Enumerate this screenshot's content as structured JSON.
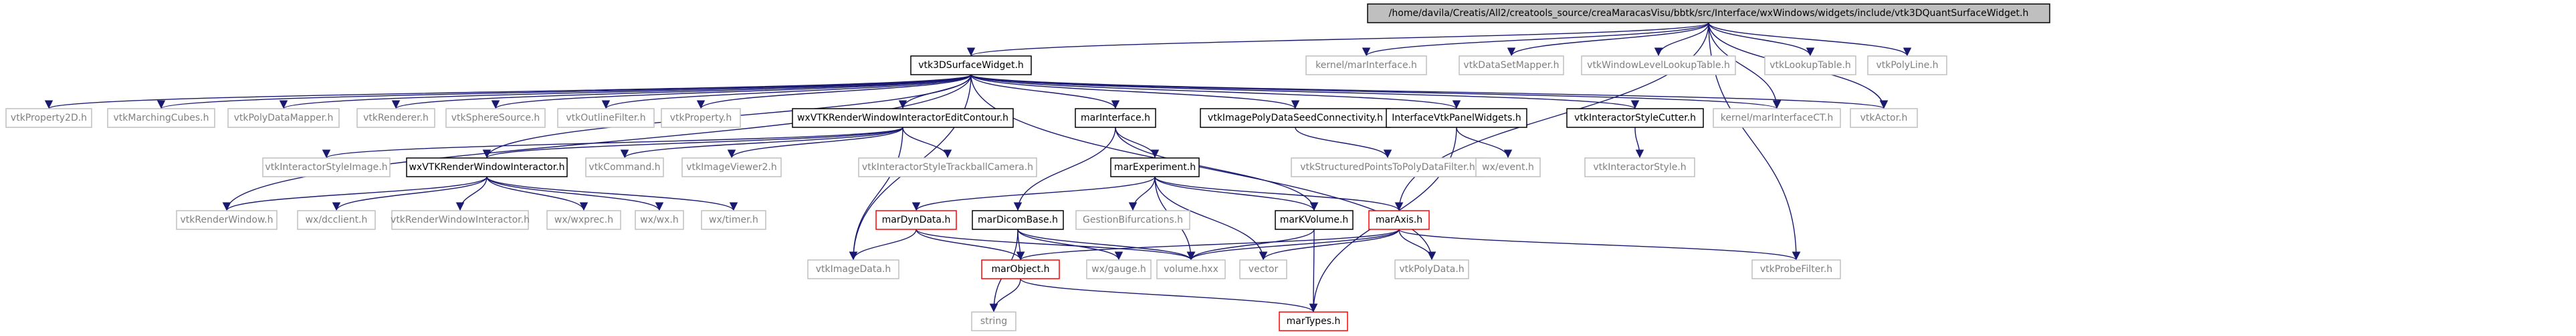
{
  "colors": {
    "edge": "#191970",
    "root_fill": "#bfbfbf",
    "ext_border": "#bfbfbf",
    "ext_text": "#7f7f7f",
    "doc_border": "#000000",
    "trunc_border": "#ff0000"
  },
  "nodes": [
    {
      "id": "root",
      "label": "/home/davila/Creatis/All2/creatools_source/creaMaracasVisu/bbtk/src/Interface/wxWindows/widgets/include/vtk3DQuantSurfaceWidget.h",
      "style": "root"
    },
    {
      "id": "n3dsw",
      "label": "vtk3DSurfaceWidget.h",
      "style": "black"
    },
    {
      "id": "kmi",
      "label": "kernel/marInterface.h",
      "style": "gray"
    },
    {
      "id": "vdsm",
      "label": "vtkDataSetMapper.h",
      "style": "gray"
    },
    {
      "id": "vwllt",
      "label": "vtkWindowLevelLookupTable.h",
      "style": "gray"
    },
    {
      "id": "vlt",
      "label": "vtkLookupTable.h",
      "style": "gray"
    },
    {
      "id": "vpl",
      "label": "vtkPolyLine.h",
      "style": "gray"
    },
    {
      "id": "vp2d",
      "label": "vtkProperty2D.h",
      "style": "gray"
    },
    {
      "id": "vmc",
      "label": "vtkMarchingCubes.h",
      "style": "gray"
    },
    {
      "id": "vpdm",
      "label": "vtkPolyDataMapper.h",
      "style": "gray"
    },
    {
      "id": "vren",
      "label": "vtkRenderer.h",
      "style": "gray"
    },
    {
      "id": "vss",
      "label": "vtkSphereSource.h",
      "style": "gray"
    },
    {
      "id": "vof",
      "label": "vtkOutlineFilter.h",
      "style": "gray"
    },
    {
      "id": "vprop",
      "label": "vtkProperty.h",
      "style": "gray"
    },
    {
      "id": "wxec",
      "label": "wxVTKRenderWindowInteractorEditContour.h",
      "style": "black"
    },
    {
      "id": "mi",
      "label": "marInterface.h",
      "style": "black"
    },
    {
      "id": "vipdsc",
      "label": "vtkImagePolyDataSeedConnectivity.h",
      "style": "black"
    },
    {
      "id": "ivpw",
      "label": "InterfaceVtkPanelWidgets.h",
      "style": "black"
    },
    {
      "id": "visc",
      "label": "vtkInteractorStyleCutter.h",
      "style": "black"
    },
    {
      "id": "kmict",
      "label": "kernel/marInterfaceCT.h",
      "style": "gray"
    },
    {
      "id": "vact",
      "label": "vtkActor.h",
      "style": "gray"
    },
    {
      "id": "visi",
      "label": "vtkInteractorStyleImage.h",
      "style": "gray"
    },
    {
      "id": "wxrwi",
      "label": "wxVTKRenderWindowInteractor.h",
      "style": "black"
    },
    {
      "id": "vcmd",
      "label": "vtkCommand.h",
      "style": "gray"
    },
    {
      "id": "viv2",
      "label": "vtkImageViewer2.h",
      "style": "gray"
    },
    {
      "id": "vistc",
      "label": "vtkInteractorStyleTrackballCamera.h",
      "style": "gray"
    },
    {
      "id": "me",
      "label": "marExperiment.h",
      "style": "black"
    },
    {
      "id": "vsptpdf",
      "label": "vtkStructuredPointsToPolyDataFilter.h",
      "style": "gray"
    },
    {
      "id": "wxev",
      "label": "wx/event.h",
      "style": "gray"
    },
    {
      "id": "vis",
      "label": "vtkInteractorStyle.h",
      "style": "gray"
    },
    {
      "id": "vrw",
      "label": "vtkRenderWindow.h",
      "style": "gray"
    },
    {
      "id": "wxdc",
      "label": "wx/dcclient.h",
      "style": "gray"
    },
    {
      "id": "vrwi",
      "label": "vtkRenderWindowInteractor.h",
      "style": "gray"
    },
    {
      "id": "wxprec",
      "label": "wx/wxprec.h",
      "style": "gray"
    },
    {
      "id": "wxwx",
      "label": "wx/wx.h",
      "style": "gray"
    },
    {
      "id": "wxtimer",
      "label": "wx/timer.h",
      "style": "gray"
    },
    {
      "id": "mdd",
      "label": "marDynData.h",
      "style": "red"
    },
    {
      "id": "mdb",
      "label": "marDicomBase.h",
      "style": "black"
    },
    {
      "id": "gb",
      "label": "GestionBifurcations.h",
      "style": "gray"
    },
    {
      "id": "mkv",
      "label": "marKVolume.h",
      "style": "black"
    },
    {
      "id": "ma",
      "label": "marAxis.h",
      "style": "red"
    },
    {
      "id": "vid",
      "label": "vtkImageData.h",
      "style": "gray"
    },
    {
      "id": "mo",
      "label": "marObject.h",
      "style": "red"
    },
    {
      "id": "wxg",
      "label": "wx/gauge.h",
      "style": "gray"
    },
    {
      "id": "vol",
      "label": "volume.hxx",
      "style": "gray"
    },
    {
      "id": "vec",
      "label": "vector",
      "style": "gray"
    },
    {
      "id": "vpd",
      "label": "vtkPolyData.h",
      "style": "gray"
    },
    {
      "id": "vpf",
      "label": "vtkProbeFilter.h",
      "style": "gray"
    },
    {
      "id": "str",
      "label": "string",
      "style": "gray"
    },
    {
      "id": "mt",
      "label": "marTypes.h",
      "style": "red"
    }
  ],
  "edges": [
    [
      "root",
      "n3dsw"
    ],
    [
      "root",
      "kmi"
    ],
    [
      "root",
      "vdsm"
    ],
    [
      "root",
      "vwllt"
    ],
    [
      "root",
      "vlt"
    ],
    [
      "root",
      "vpl"
    ],
    [
      "root",
      "kmict"
    ],
    [
      "root",
      "vact"
    ],
    [
      "root",
      "vpf"
    ],
    [
      "root",
      "ma"
    ],
    [
      "n3dsw",
      "vp2d"
    ],
    [
      "n3dsw",
      "vmc"
    ],
    [
      "n3dsw",
      "vpdm"
    ],
    [
      "n3dsw",
      "vren"
    ],
    [
      "n3dsw",
      "vss"
    ],
    [
      "n3dsw",
      "vof"
    ],
    [
      "n3dsw",
      "vprop"
    ],
    [
      "n3dsw",
      "wxec"
    ],
    [
      "n3dsw",
      "mi"
    ],
    [
      "n3dsw",
      "vipdsc"
    ],
    [
      "n3dsw",
      "ivpw"
    ],
    [
      "n3dsw",
      "visc"
    ],
    [
      "n3dsw",
      "kmict"
    ],
    [
      "n3dsw",
      "vact"
    ],
    [
      "n3dsw",
      "wxrwi"
    ],
    [
      "n3dsw",
      "vrw"
    ],
    [
      "n3dsw",
      "vid"
    ],
    [
      "n3dsw",
      "vpd"
    ],
    [
      "wxec",
      "visi"
    ],
    [
      "wxec",
      "wxrwi"
    ],
    [
      "wxec",
      "vcmd"
    ],
    [
      "wxec",
      "viv2"
    ],
    [
      "wxec",
      "vistc"
    ],
    [
      "wxec",
      "vid"
    ],
    [
      "wxrwi",
      "vrw"
    ],
    [
      "wxrwi",
      "wxdc"
    ],
    [
      "wxrwi",
      "vrwi"
    ],
    [
      "wxrwi",
      "wxprec"
    ],
    [
      "wxrwi",
      "wxwx"
    ],
    [
      "wxrwi",
      "wxtimer"
    ],
    [
      "mi",
      "me"
    ],
    [
      "mi",
      "mdb"
    ],
    [
      "mi",
      "mkv"
    ],
    [
      "vipdsc",
      "vsptpdf"
    ],
    [
      "ivpw",
      "wxev"
    ],
    [
      "ivpw",
      "mt"
    ],
    [
      "visc",
      "vis"
    ],
    [
      "me",
      "mdd"
    ],
    [
      "me",
      "gb"
    ],
    [
      "me",
      "ma"
    ],
    [
      "me",
      "mkv"
    ],
    [
      "me",
      "vol"
    ],
    [
      "me",
      "vec"
    ],
    [
      "mdd",
      "vid"
    ],
    [
      "mdd",
      "mo"
    ],
    [
      "mdd",
      "vol"
    ],
    [
      "mdb",
      "mo"
    ],
    [
      "mdb",
      "wxg"
    ],
    [
      "mdb",
      "vol"
    ],
    [
      "mdb",
      "str"
    ],
    [
      "mkv",
      "vol"
    ],
    [
      "mkv",
      "mt"
    ],
    [
      "ma",
      "mo"
    ],
    [
      "ma",
      "vol"
    ],
    [
      "ma",
      "vec"
    ],
    [
      "ma",
      "vpd"
    ],
    [
      "ma",
      "vpf"
    ],
    [
      "mo",
      "str"
    ],
    [
      "mo",
      "mt"
    ]
  ]
}
